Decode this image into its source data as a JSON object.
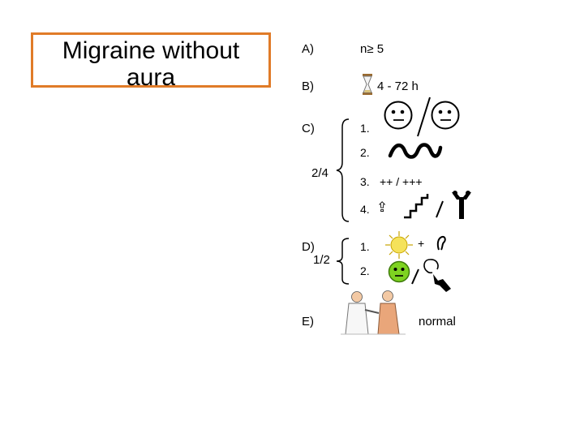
{
  "title": {
    "line1": "Migraine without",
    "line2": "aura"
  },
  "criteria": {
    "a": {
      "label": "A)",
      "text": "n≥ 5"
    },
    "b": {
      "label": "B)",
      "text": "4 - 72 h"
    },
    "c": {
      "label": "C)",
      "fraction": "2/4",
      "items": [
        {
          "num": "1."
        },
        {
          "num": "2."
        },
        {
          "num": "3.",
          "text": "++ / +++"
        },
        {
          "num": "4.",
          "arrow": "⇪"
        }
      ]
    },
    "d": {
      "label": "D)",
      "fraction": "1/2",
      "items": [
        {
          "num": "1.",
          "plus": "+"
        },
        {
          "num": "2."
        }
      ]
    },
    "e": {
      "label": "E)",
      "text": "normal"
    }
  },
  "icons": [
    "hourglass-icon",
    "face-left-icon",
    "face-right-icon",
    "wave-icon",
    "stairs-icon",
    "neck-bend-icon",
    "sun-icon",
    "ear-icon",
    "nausea-face-icon",
    "hand-icon",
    "doctor-patient-icon"
  ],
  "colors": {
    "title_border": "#e07b28",
    "sun": "#f5e25a",
    "green_face": "#7ed321"
  }
}
